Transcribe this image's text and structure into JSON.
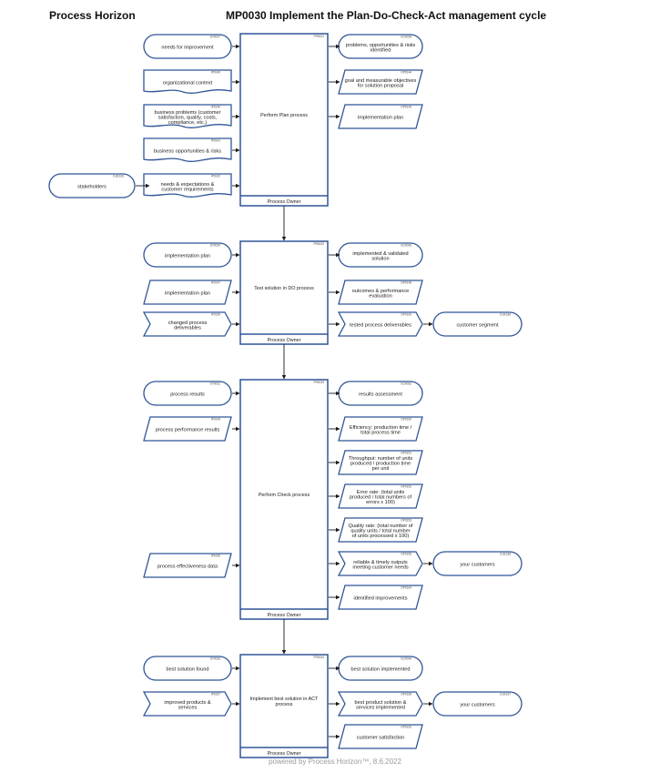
{
  "header": {
    "brand": "Process Horizon",
    "title": "MP0030 Implement the Plan-Do-Check-Act management cycle"
  },
  "footer": "powered by Process Horizon™, 8.6.2022",
  "process_owner_label": "Process Owner",
  "sections": [
    {
      "process": {
        "code": "PR0031",
        "label": [
          "Perform Plan process"
        ]
      },
      "inputs": [
        {
          "code": "ST0027",
          "shape": "rounded",
          "label": [
            "needs for improvement"
          ]
        },
        {
          "code": "IP0140",
          "shape": "doc",
          "label": [
            "organizational context"
          ]
        },
        {
          "code": "IP0140",
          "shape": "doc",
          "label": [
            "business problems (customer",
            "satisfaction, quality, costs,",
            "compliance, etc.)"
          ]
        },
        {
          "code": "IP0141",
          "shape": "doc",
          "label": [
            "business opportunities & risks"
          ]
        },
        {
          "code": "IP0142",
          "shape": "doc",
          "label": [
            "needs & expectations &",
            "customer requirements"
          ]
        }
      ],
      "outputs": [
        {
          "code": "EC0028",
          "shape": "rounded",
          "label": [
            "problems, opportunities & risks",
            "identified"
          ]
        },
        {
          "code": "OP0144",
          "shape": "para",
          "label": [
            "goal and measurable objectives",
            "for solution proposal"
          ]
        },
        {
          "code": "OP0145",
          "shape": "para",
          "label": [
            "implementation plan"
          ]
        }
      ],
      "external_input": {
        "code": "CUE162",
        "label": [
          "stakeholders"
        ]
      }
    },
    {
      "process": {
        "code": "PR0032",
        "label": [
          "Test solution in DO process"
        ]
      },
      "inputs": [
        {
          "code": "ST0029",
          "shape": "rounded",
          "label": [
            "implementation plan"
          ]
        },
        {
          "code": "IP0147",
          "shape": "para",
          "label": [
            "implementation plan"
          ]
        },
        {
          "code": "IP0159",
          "shape": "arrow",
          "label": [
            "changed process",
            "deliverables"
          ]
        }
      ],
      "outputs": [
        {
          "code": "EC0030",
          "shape": "rounded",
          "label": [
            "implemented & validated",
            "solution"
          ]
        },
        {
          "code": "OP0148",
          "shape": "para",
          "label": [
            "outcomes & performance",
            "evaluation"
          ]
        },
        {
          "code": "OP0160",
          "shape": "arrow",
          "label": [
            "tested process deliverables"
          ]
        }
      ],
      "external_output": {
        "code": "CUE166",
        "label": [
          "customer segment"
        ]
      }
    },
    {
      "process": {
        "code": "PR0033",
        "label": [
          "Perform Check process"
        ]
      },
      "inputs": [
        {
          "code": "ST0031",
          "shape": "rounded",
          "label": [
            "process results"
          ]
        },
        {
          "code": "IP0149",
          "shape": "para",
          "label": [
            "process performance results"
          ]
        },
        {
          "code": "IP0155",
          "shape": "para",
          "label": [
            "process effectiveness data"
          ]
        }
      ],
      "outputs": [
        {
          "code": "EC0032",
          "shape": "rounded",
          "label": [
            "results assessment"
          ]
        },
        {
          "code": "OP0150",
          "shape": "para",
          "label": [
            "Efficiency: production time /",
            "total process time"
          ]
        },
        {
          "code": "OP0151",
          "shape": "para",
          "label": [
            "Throughput: number of units",
            "produced / production time",
            "per unit"
          ]
        },
        {
          "code": "OP0152",
          "shape": "para",
          "label": [
            "Error rate: (total units",
            "produced / total numbers of",
            "errors x 100)"
          ]
        },
        {
          "code": "OP0153",
          "shape": "para",
          "label": [
            "Quality rate: (total number of",
            "quality units / total number",
            "of units processed x 100)"
          ]
        },
        {
          "code": "OP0156",
          "shape": "arrow",
          "label": [
            "reliable & timely outputs",
            "meeting customer needs"
          ]
        },
        {
          "code": "OP0164",
          "shape": "para",
          "label": [
            "identified improvements"
          ]
        }
      ],
      "external_output": {
        "code": "CUE168",
        "label": [
          "your customers"
        ]
      }
    },
    {
      "process": {
        "code": "PR0034",
        "label": [
          "Implement best solution in ACT",
          "process"
        ]
      },
      "inputs": [
        {
          "code": "ST0033",
          "shape": "rounded",
          "label": [
            "best solution found"
          ]
        },
        {
          "code": "IP0157",
          "shape": "arrow",
          "label": [
            "improved products &",
            "services"
          ]
        }
      ],
      "outputs": [
        {
          "code": "EC0034",
          "shape": "rounded",
          "label": [
            "best solution implemented"
          ]
        },
        {
          "code": "OP0158",
          "shape": "arrow",
          "label": [
            "best product solution &",
            "services implemented"
          ]
        },
        {
          "code": "OP0163",
          "shape": "para",
          "label": [
            "customer satisfaction"
          ]
        }
      ],
      "external_output": {
        "code": "CUE167",
        "label": [
          "your customers"
        ]
      }
    }
  ]
}
